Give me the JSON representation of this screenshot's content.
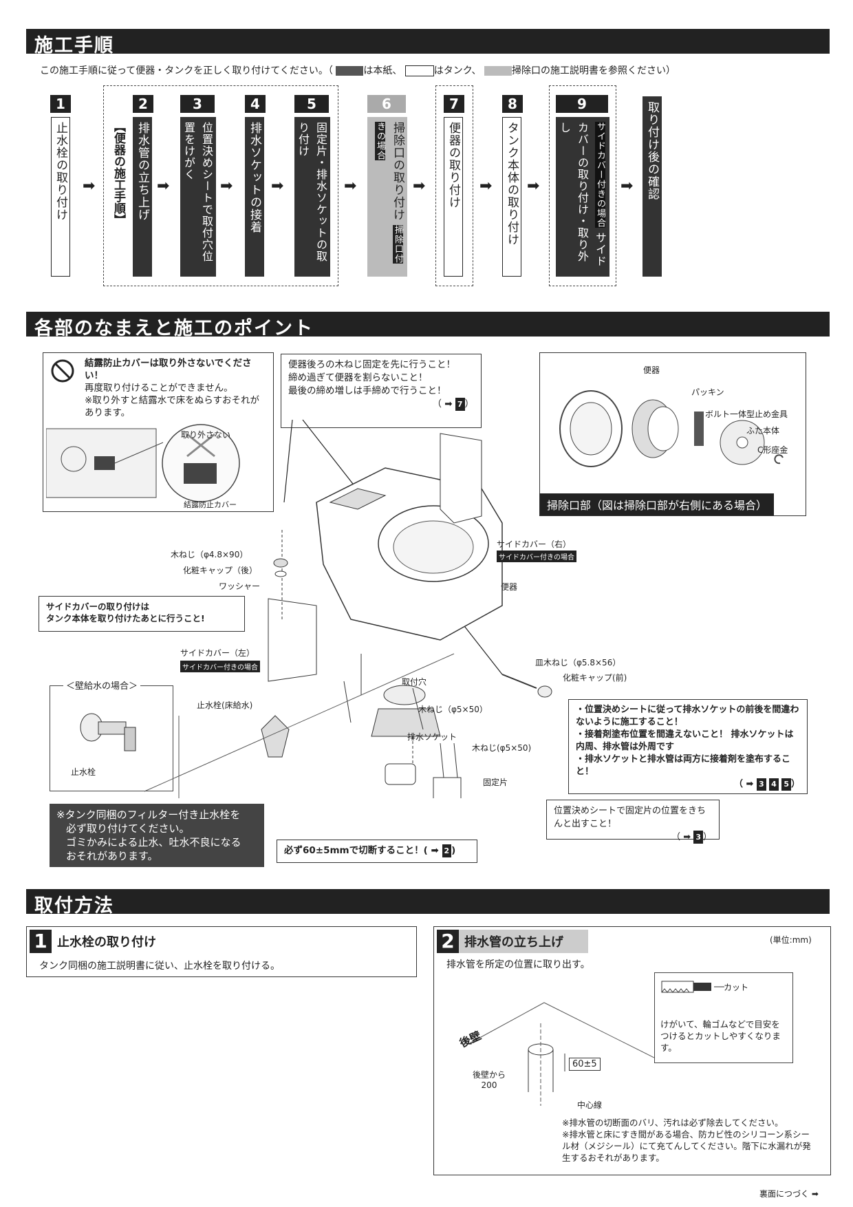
{
  "section1": {
    "title": "施工手順",
    "intro": "この施工手順に従って便器・タンクを正しく取り付けてください。（",
    "legend_dark": "は本紙、",
    "legend_white": "はタンク、",
    "legend_gray": "掃除口の施工説明書を参照ください）",
    "steps": [
      {
        "num": "1",
        "text": "止水栓の取り付け"
      },
      {
        "num": "2",
        "text": "排水管の立ち上げ",
        "group": "【便器の施工手順】"
      },
      {
        "num": "3",
        "text": "位置決めシートで取付穴位置をけがく"
      },
      {
        "num": "4",
        "text": "排水ソケットの接着"
      },
      {
        "num": "5",
        "text": "固定片・排水ソケットの取り付け"
      },
      {
        "num": "6",
        "text": "掃除口の取り付け",
        "tag": "掃除口付きの場合"
      },
      {
        "num": "7",
        "text": "便器の取り付け"
      },
      {
        "num": "8",
        "text": "タンク本体の取り付け"
      },
      {
        "num": "9",
        "text": "サイドカバーの取り付け・取り外し",
        "tag": "サイドカバー付きの場合"
      },
      {
        "num": "",
        "text": "取り付け後の確認"
      }
    ]
  },
  "section2": {
    "title": "各部のなまえと施工のポイント",
    "warn_line1": "結露防止カバーは取り外さないでください！",
    "warn_line2": "再度取り付けることができません。",
    "warn_line3": "※取り外すと結露水で床をぬらすおそれがあります。",
    "warn_zoom_label": "取り外さない",
    "warn_cover_label": "結露防止カバー",
    "top_note_1": "便器後ろの木ねじ固定を先に行うこと！",
    "top_note_2": "締め過ぎて便器を割らないこと！",
    "top_note_3": "最後の締め増しは手締めで行うこと！",
    "top_note_ref": "7",
    "cleanout_caption": "掃除口部（図は掃除口部が右側にある場合）",
    "cleanout_labels": [
      "便器",
      "パッキン",
      "ボルト一体型止め金具",
      "ふた本体",
      "C形座金"
    ],
    "labels": {
      "screw_rear": "木ねじ（φ4.8×90）",
      "cap_rear": "化粧キャップ（後）",
      "washer": "ワッシャー",
      "side_cover_right": "サイドカバー（右）",
      "side_cover_right_tag": "サイドカバー付きの場合",
      "bowl": "便器",
      "side_cover_left": "サイドカバー（左）",
      "side_cover_left_tag": "サイドカバー付きの場合",
      "flat_screw": "皿木ねじ（φ5.8×56）",
      "cap_front": "化粧キャップ(前)",
      "mount_hole": "取付穴",
      "screw_5x50_a": "木ねじ（φ5×50）",
      "drain_socket": "排水ソケット",
      "screw_5x50_b": "木ねじ(φ5×50)",
      "fixing_piece": "固定片",
      "stop_valve_floor": "止水栓(床給水)",
      "stop_valve": "止水栓"
    },
    "side_cover_note_1": "サイドカバーの取り付けは",
    "side_cover_note_2": "タンク本体を取り付けたあとに行うこと!",
    "wall_supply_title": "＜壁給水の場合＞",
    "socket_notes": [
      "・位置決めシートに従って排水ソケットの前後を間違わないように施工すること！",
      "・接着剤塗布位置を間違えないこと！ 排水ソケットは内周、排水管は外周です",
      "・排水ソケットと排水管は両方に接着剤を塗布すること！"
    ],
    "socket_refs": [
      "3",
      "4",
      "5"
    ],
    "fixing_note": "位置決めシートで固定片の位置をきちんと出すこと！",
    "fixing_ref": "3",
    "filter_note_1": "※タンク同梱のフィルター付き止水栓を",
    "filter_note_2": "必ず取り付けてください。",
    "filter_note_3": "ゴミかみによる止水、吐水不良になる",
    "filter_note_4": "おそれがあります。",
    "cut_note": "必ず60±5mmで切断すること！(",
    "cut_ref": "2"
  },
  "section3": {
    "title": "取付方法",
    "step1": {
      "num": "1",
      "title": "止水栓の取り付け",
      "body": "タンク同梱の施工説明書に従い、止水栓を取り付ける。"
    },
    "step2": {
      "num": "2",
      "title": "排水管の立ち上げ",
      "unit": "(単位:mm)",
      "body": "排水管を所定の位置に取り出す。",
      "cut_label": "カット",
      "tip": "けがいて、輪ゴムなどで目安をつけるとカットしやすくなります。",
      "wall_label": "後壁",
      "dist_label_1": "後壁から",
      "dist_label_2": "200",
      "height_label": "60±5",
      "center_label": "中心線",
      "notes": [
        "※排水管の切断面のバリ、汚れは必ず除去してください。",
        "※排水管と床にすき間がある場合、防カビ性のシリコーン系シール材（メジシール）にて充てんしてください。階下に水漏れが発生するおそれがあります。"
      ]
    }
  },
  "footer": {
    "text": "裏面につづく"
  }
}
